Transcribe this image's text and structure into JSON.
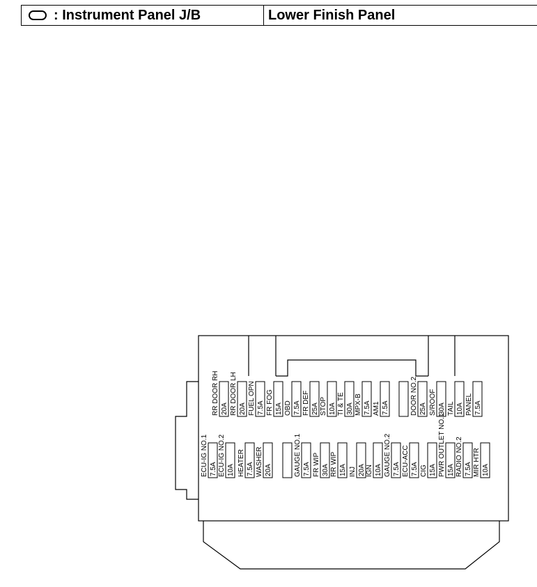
{
  "header": {
    "location_symbol": "oval-icon",
    "location_label": ": Instrument Panel J/B",
    "panel_label": "Lower Finish Panel"
  },
  "fuses": {
    "top": [
      {
        "name": "RR DOOR RH",
        "amp": "20A"
      },
      {
        "name": "RR DOOR LH",
        "amp": "20A"
      },
      {
        "name": "FUEL OPN",
        "amp": "7.5A"
      },
      {
        "name": "FR FOG",
        "amp": "15A"
      },
      {
        "name": "OBD",
        "amp": "7.5A"
      },
      {
        "name": "FR DEF",
        "amp": "25A"
      },
      {
        "name": "STOP",
        "amp": "10A"
      },
      {
        "name": "TI & TE",
        "amp": "30A"
      },
      {
        "name": "MPX-B",
        "amp": "7.5A"
      },
      {
        "name": "AM1",
        "amp": "7.5A"
      },
      {
        "name": "",
        "amp": ""
      },
      {
        "name": "DOOR NO.2",
        "amp": "25A"
      },
      {
        "name": "S/ROOF",
        "amp": "30A"
      },
      {
        "name": "TAIL",
        "amp": "10A"
      },
      {
        "name": "PANEL",
        "amp": "7.5A"
      }
    ],
    "bottom": [
      {
        "name": "ECU-IG NO.1",
        "amp": "7.5A"
      },
      {
        "name": "ECU-IG NO.2",
        "amp": "10A"
      },
      {
        "name": "HEATER",
        "amp": "7.5A"
      },
      {
        "name": "WASHER",
        "amp": "20A"
      },
      {
        "name": "",
        "amp": ""
      },
      {
        "name": "GAUGE NO.1",
        "amp": "7.5A"
      },
      {
        "name": "FR WIP",
        "amp": "30A"
      },
      {
        "name": "RR WIP",
        "amp": "15A"
      },
      {
        "name": "INJ",
        "amp": "20A"
      },
      {
        "name": "IGN",
        "amp": "10A"
      },
      {
        "name": "GAUGE NO.2",
        "amp": "7.5A"
      },
      {
        "name": "ECU-ACC",
        "amp": "7.5A"
      },
      {
        "name": "CIG",
        "amp": "15A"
      },
      {
        "name": "PWR OUTLET NO.1",
        "amp": "15A"
      },
      {
        "name": "RADIO NO.2",
        "amp": "7.5A"
      },
      {
        "name": "MIR HTR",
        "amp": "10A"
      }
    ]
  }
}
